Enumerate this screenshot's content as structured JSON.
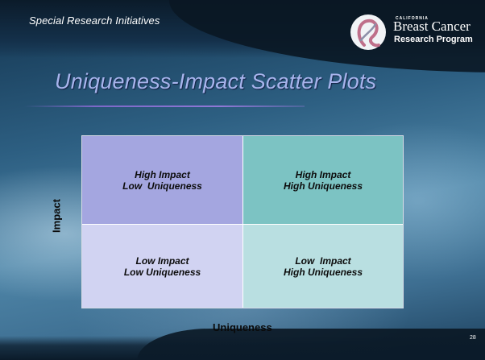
{
  "header": {
    "subtitle": "Special Research Initiatives"
  },
  "logo": {
    "line_small": "CALIFORNIA",
    "line_name": "Breast Cancer",
    "line_program": "Research Program"
  },
  "slide": {
    "title": "Uniqueness-Impact Scatter Plots",
    "page_number": "28"
  },
  "matrix": {
    "y_axis_label": "Impact",
    "x_axis_label": "Uniqueness",
    "cells": {
      "high_low": {
        "line1": "High Impact",
        "line2": "Low  Uniqueness"
      },
      "high_high": {
        "line1": "High Impact",
        "line2": "High Uniqueness"
      },
      "low_low": {
        "line1": "Low Impact",
        "line2": "Low Uniqueness"
      },
      "low_high": {
        "line1": "Low  Impact",
        "line2": "High Uniqueness"
      }
    }
  },
  "colors": {
    "cell_high_low": "#a4a6e0",
    "cell_high_high": "#7cc3c3",
    "cell_low_low": "#d1d3f2",
    "cell_low_high": "#b9dfe1",
    "title_color": "#a7b4ec"
  }
}
